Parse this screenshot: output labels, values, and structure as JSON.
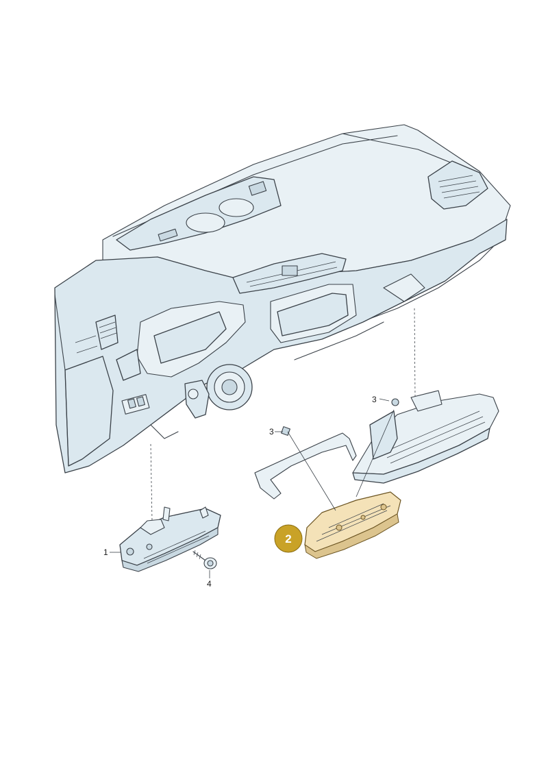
{
  "callouts": {
    "part_1": "1",
    "part_2": "2",
    "part_3a": "3",
    "part_3b": "3",
    "part_4": "4"
  },
  "colors": {
    "highlight_badge": "#c9a227",
    "highlight_part": "#f4e2b8",
    "line_art": "#3a4148",
    "fill": "#dbe8ef"
  }
}
